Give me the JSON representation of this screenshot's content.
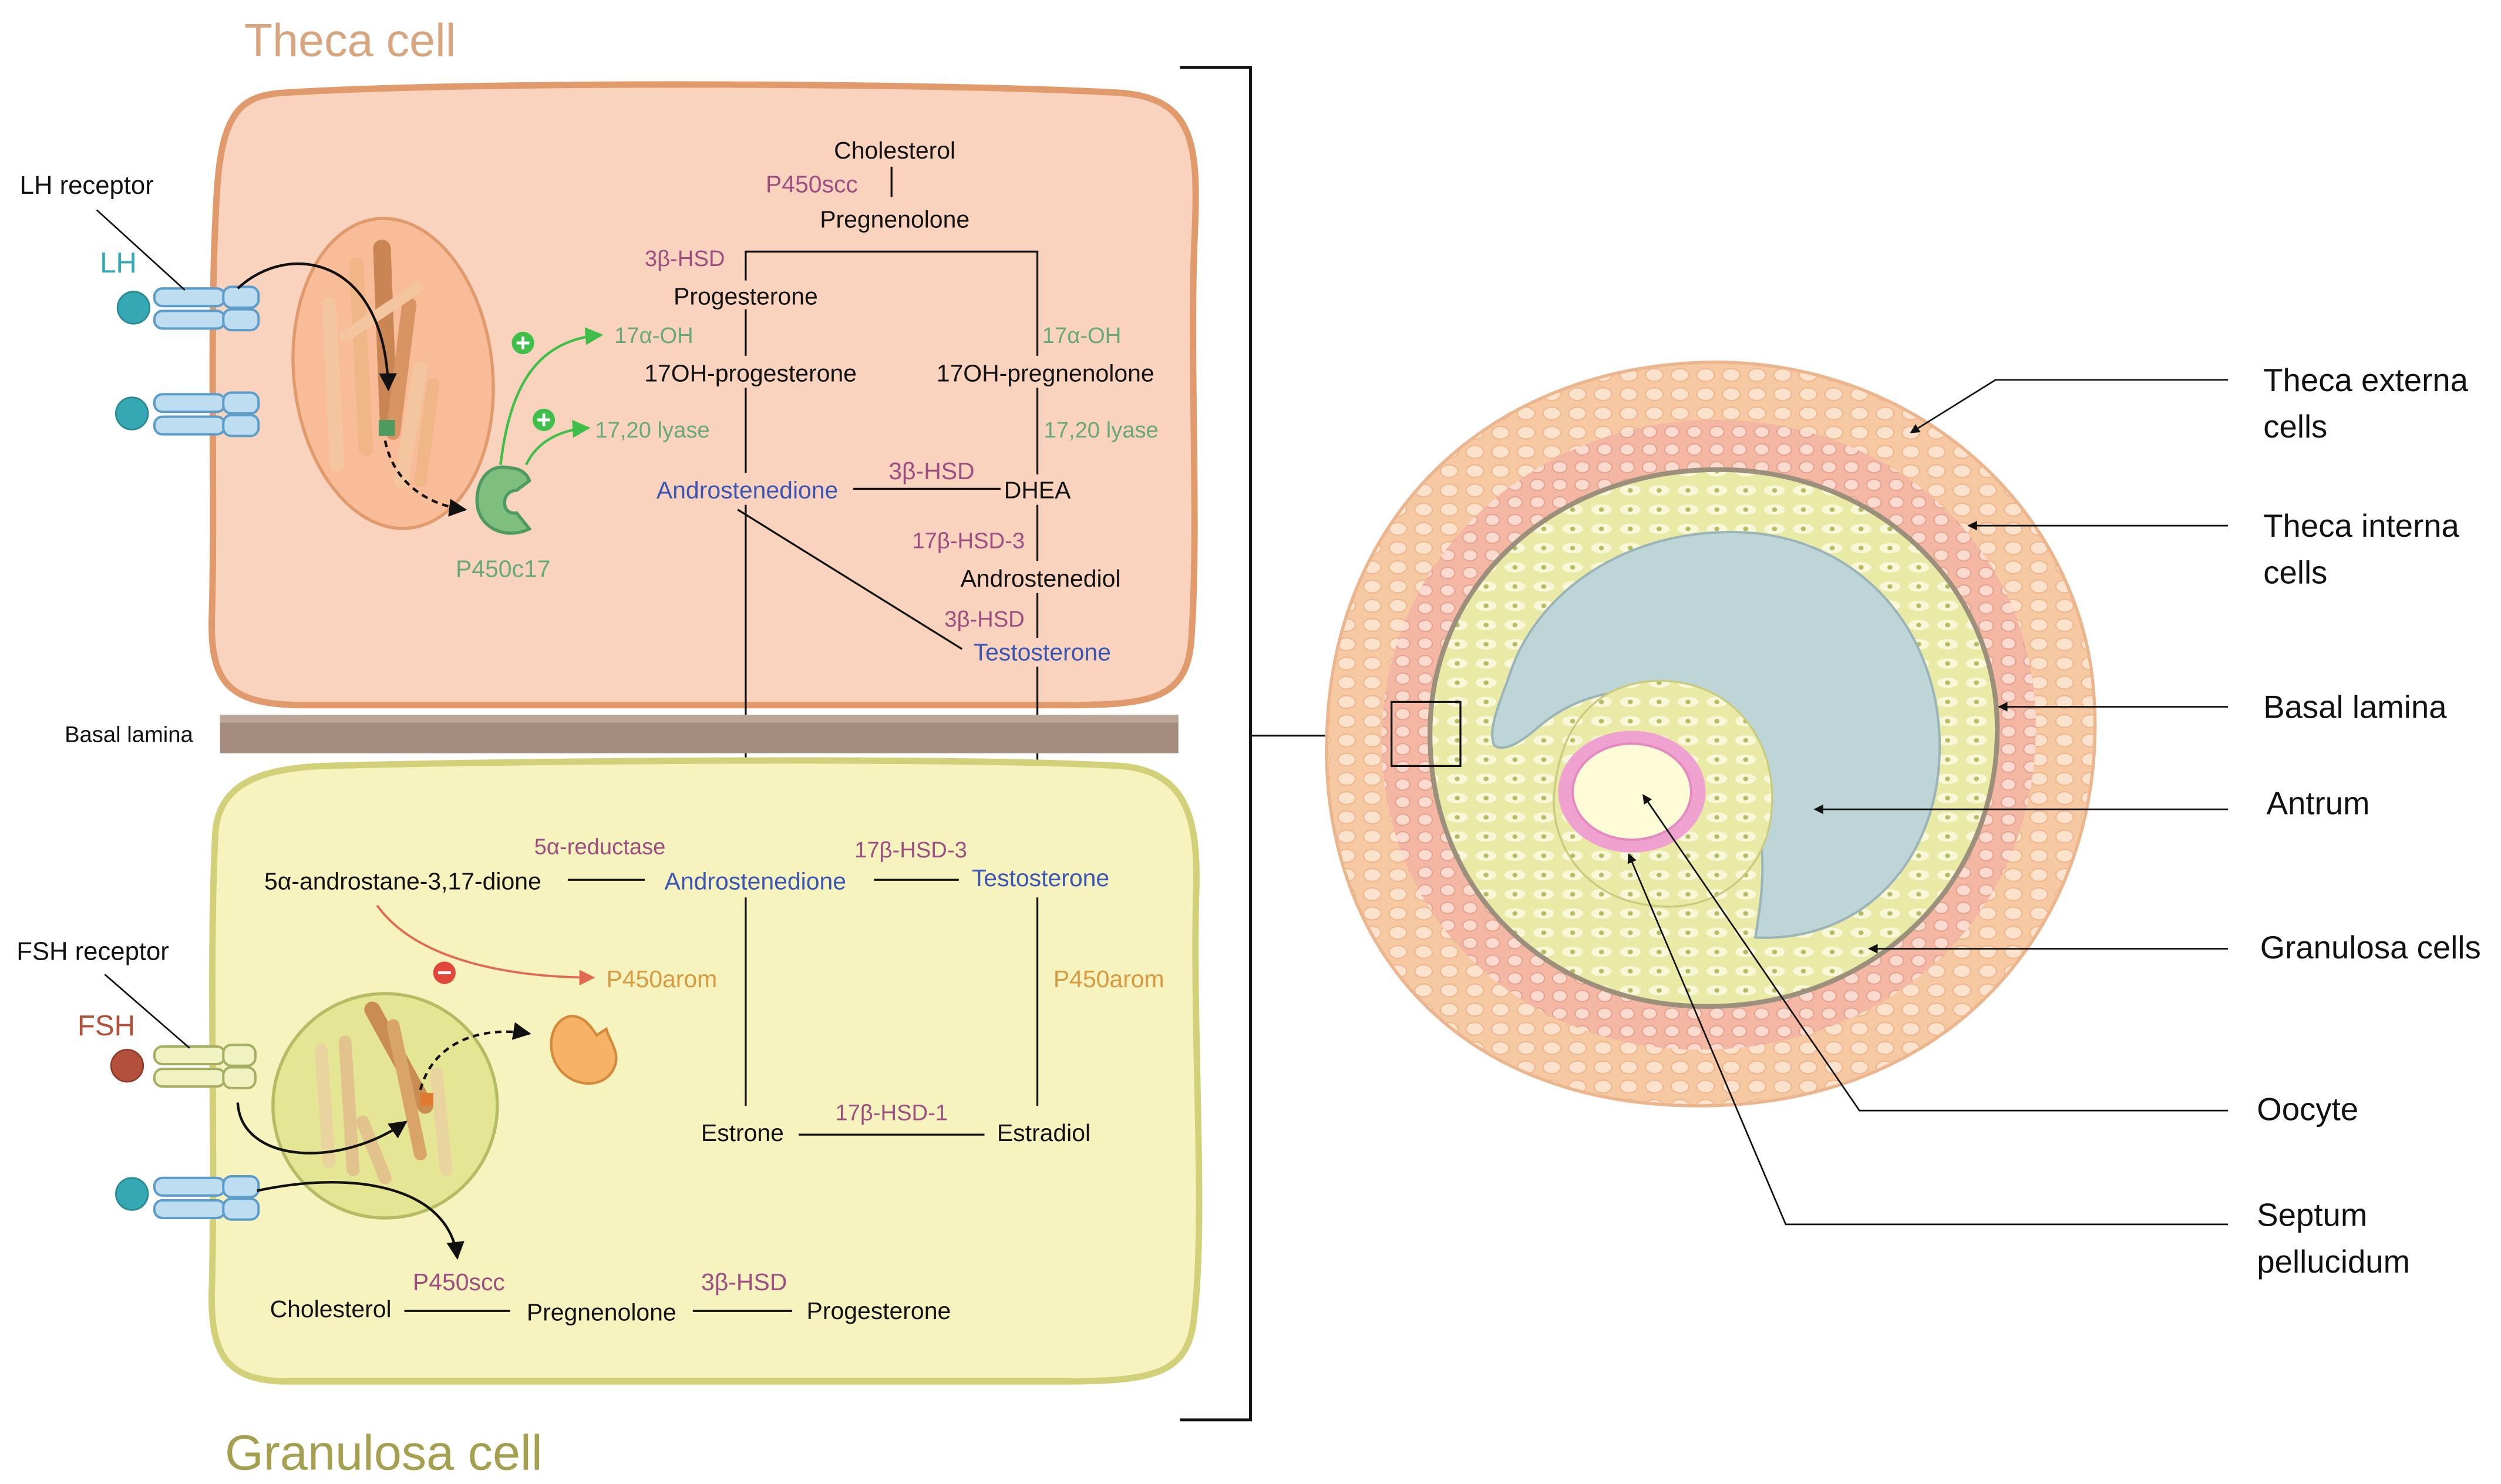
{
  "titles": {
    "theca_cell": "Theca cell",
    "granulosa_cell": "Granulosa cell"
  },
  "left_labels": {
    "lh_receptor": "LH receptor",
    "lh": "LH",
    "basal_lamina": "Basal lamina",
    "fsh_receptor": "FSH receptor",
    "fsh": "FSH"
  },
  "theca_pathway": {
    "cholesterol": "Cholesterol",
    "p450scc": "P450scc",
    "pregnenolone": "Pregnenolone",
    "hsd3b_1": "3β-HSD",
    "progesterone": "Progesterone",
    "oh17_left": "17α-OH",
    "oh17_right": "17α-OH",
    "oh_progesterone": "17OH-progesterone",
    "oh_pregnenolone": "17OH-pregnenolone",
    "lyase_left": "17,20 lyase",
    "lyase_right": "17,20 lyase",
    "androstenedione": "Androstenedione",
    "hsd3b_2": "3β-HSD",
    "dhea": "DHEA",
    "hsd17b3": "17β-HSD-3",
    "androstenediol": "Androstenediol",
    "hsd3b_3": "3β-HSD",
    "testosterone": "Testosterone",
    "p450c17": "P450c17"
  },
  "granulosa_pathway": {
    "reductase": "5α-reductase",
    "androstane": "5α-androstane-3,17-dione",
    "androstenedione": "Androstenedione",
    "hsd17b3": "17β-HSD-3",
    "testosterone": "Testosterone",
    "p450arom_1": "P450arom",
    "p450arom_2": "P450arom",
    "estrone": "Estrone",
    "hsd17b1": "17β-HSD-1",
    "estradiol": "Estradiol",
    "cholesterol": "Cholesterol",
    "p450scc": "P450scc",
    "pregnenolone": "Pregnenolone",
    "hsd3b": "3β-HSD",
    "progesterone": "Progesterone"
  },
  "follicle_labels": {
    "theca_externa": "Theca externa cells",
    "theca_interna": "Theca interna cells",
    "basal_lamina": "Basal lamina",
    "antrum": "Antrum",
    "granulosa": "Granulosa cells",
    "oocyte": "Oocyte",
    "septum": "Septum pellucidum"
  },
  "icons": {
    "stimulate": "plus-circle-icon",
    "inhibit": "minus-circle-icon"
  },
  "colors": {
    "theca_title": "#D7A57E",
    "granulosa_title": "#A4A050",
    "enzyme": "#9D4E80",
    "green_enzyme": "#67A97A",
    "blue_metabolite": "#3B55B5",
    "orange_enzyme": "#D79A40",
    "lh": "#34A9B3",
    "fsh": "#B2503B"
  }
}
